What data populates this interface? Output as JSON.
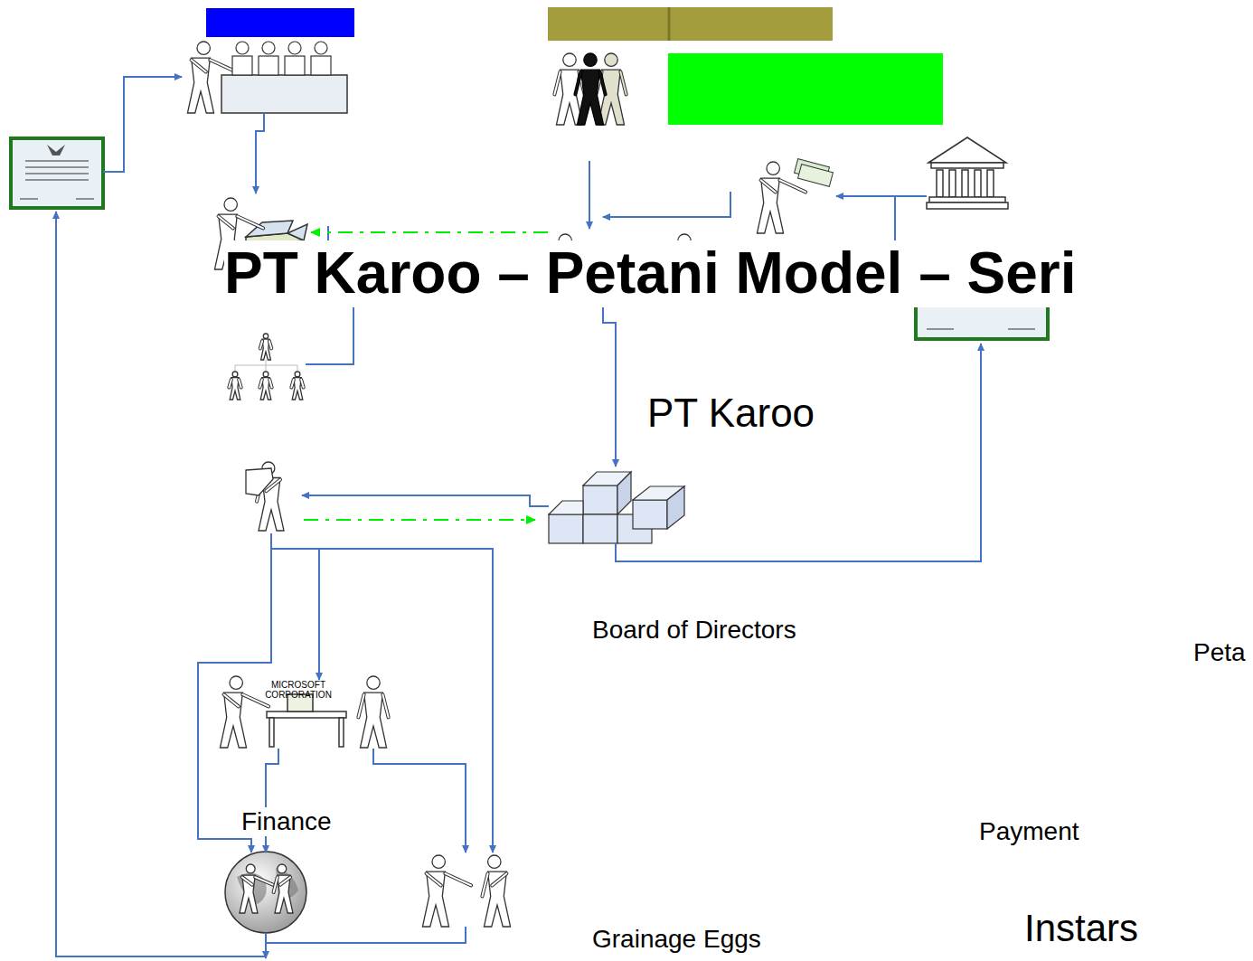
{
  "diagram": {
    "title": "PT Karoo – Petani Model – Seri",
    "labels": [
      "PT Karoo",
      "Board of Directors",
      "Peta",
      "MICROSOFT CORPORATION",
      "Finance",
      "Payment",
      "Grainage Eggs",
      "Instars"
    ]
  }
}
